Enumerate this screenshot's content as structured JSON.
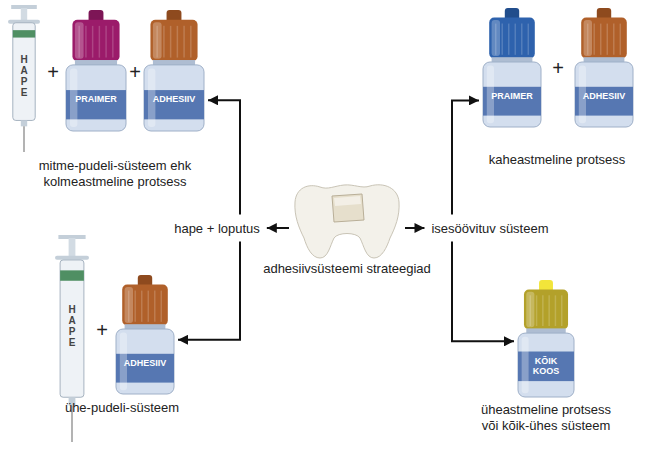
{
  "diagram": {
    "nodes": [
      {
        "text": [
          "HAPE"
        ]
      },
      {
        "text": [
          "PRAIMER"
        ]
      },
      {
        "text": [
          "ADHESIIV"
        ]
      },
      {
        "text": [
          "PRAIMER"
        ]
      },
      {
        "text": [
          "ADHESIIV"
        ]
      },
      {
        "text": [
          "hape + loputus"
        ]
      },
      {
        "text": [
          "adhesiivsüsteemi strateegiad"
        ]
      },
      {
        "text": [
          "isesöövituv süsteem"
        ]
      },
      {
        "text": [
          "HAPE"
        ]
      },
      {
        "text": [
          "ADHESIIV"
        ]
      },
      {
        "text": [
          "KÕIK KOOS"
        ]
      }
    ],
    "edges": [
      {
        "from": 6,
        "to": 5,
        "arrow": "to"
      },
      {
        "from": 6,
        "to": 7,
        "arrow": "to"
      },
      {
        "from": 5,
        "to": 2,
        "arrow": "to"
      },
      {
        "from": 5,
        "to": 9,
        "arrow": "to"
      },
      {
        "from": 7,
        "to": 3,
        "arrow": "to"
      },
      {
        "from": 7,
        "to": 10,
        "arrow": "to"
      }
    ],
    "labels": [
      "+",
      "+",
      "mitme-pudeli-süsteem ehk kolmeastmeline protsess",
      "+",
      "kaheastmeline protsess",
      "+",
      "ühe-pudeli-süsteem",
      "üheastmeline protsess või kõik-ühes süsteem"
    ]
  }
}
